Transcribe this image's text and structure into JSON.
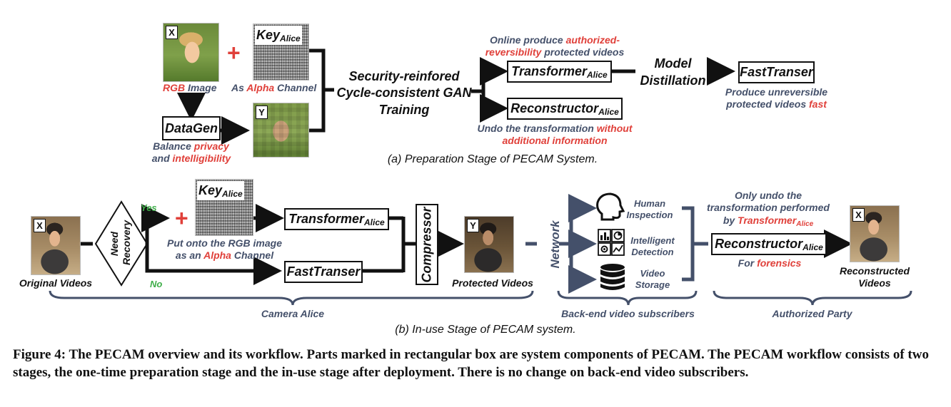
{
  "stage_a": {
    "image_x_tag": "X",
    "image_y_tag": "Y",
    "plus_sign": "+",
    "key_word": "Key",
    "key_sub": "Alice",
    "rgb_caption": {
      "red": "RGB",
      "blue": " Image"
    },
    "alpha_caption": {
      "blue1": "As ",
      "red": "Alpha",
      "blue2": " Channel"
    },
    "datagen_label": "DataGen",
    "datagen_caption_line1": {
      "blue": "Balance ",
      "red": "privacy"
    },
    "datagen_caption_line2": {
      "blue": "and ",
      "red": "intelligibility"
    },
    "training_lines": [
      "Security-reinfored",
      "Cycle-consistent GAN",
      "Training"
    ],
    "online_line1": {
      "blue": "Online produce ",
      "red": "authorized-"
    },
    "online_line2": {
      "red": "reversibility",
      "blue": " protected videos"
    },
    "transformer_word": "Transformer",
    "transformer_sub": "Alice",
    "reconstructor_word": "Reconstructor",
    "reconstructor_sub": "Alice",
    "undo_line1": {
      "blue": "Undo the transformation ",
      "red": "without"
    },
    "undo_line2": {
      "red": "additional information"
    },
    "distillation_lines": [
      "Model",
      "Distillation"
    ],
    "fasttranser_label": "FastTranser",
    "produce_line1": "Produce unreversible",
    "produce_line2": {
      "blue": "protected videos ",
      "red": "fast"
    },
    "stage_caption": "(a) Preparation Stage of PECAM System."
  },
  "stage_b": {
    "image_x_tag": "X",
    "image_y_tag": "Y",
    "original_caption": "Original Videos",
    "need_recovery_lines": [
      "Need",
      "Recovery"
    ],
    "yes_label": "Yes",
    "no_label": "No",
    "plus_sign": "+",
    "key_word": "Key",
    "key_sub": "Alice",
    "put_line1": "Put onto the RGB image",
    "put_line2": {
      "blue": "as an ",
      "red": "Alpha",
      "blue2": " Channel"
    },
    "transformer_word": "Transformer",
    "transformer_sub": "Alice",
    "fasttranser_label": "FastTranser",
    "compressor_label": "Compressor",
    "protected_caption": "Protected Videos",
    "network_label": "Network",
    "human_lines": [
      "Human",
      "Inspection"
    ],
    "intelligent_lines": [
      "Intelligent",
      "Detection"
    ],
    "storage_lines": [
      "Video",
      "Storage"
    ],
    "only_line1": "Only undo the",
    "only_line2": "transformation performed",
    "only_line3": {
      "blue": "by ",
      "red": "Transformer",
      "red_sub": "Alice"
    },
    "reconstructor_word": "Reconstructor",
    "reconstructor_sub": "Alice",
    "forensics": {
      "blue": "For ",
      "red": "forensics"
    },
    "reconstructed_lines": [
      "Reconstructed",
      "Videos"
    ],
    "group_camera": "Camera Alice",
    "group_backend": "Back-end video subscribers",
    "group_authorized": "Authorized Party",
    "stage_caption": "(b) In-use Stage of PECAM system."
  },
  "figure_caption": "Figure 4:  The PECAM overview and its workflow. Parts marked in rectangular box are system components of PECAM. The PECAM workflow consists of two stages, the one-time preparation stage and the in-use stage after deployment. There is no change on back-end video subscribers.",
  "colors": {
    "blue": "#44506a",
    "red": "#e0403a",
    "green": "#3fae49",
    "line": "#111111",
    "brace": "#44506a"
  }
}
